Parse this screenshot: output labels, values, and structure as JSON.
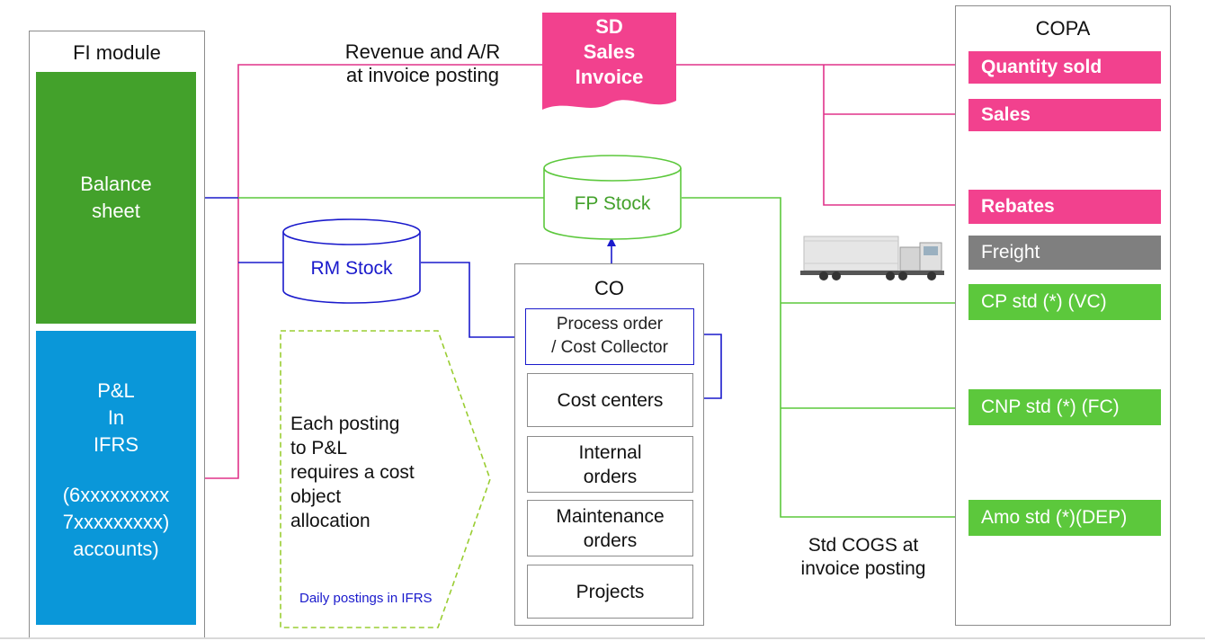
{
  "fi": {
    "title": "FI module",
    "balance_sheet": "Balance sheet",
    "pl_line1": "P&L",
    "pl_line2": "In",
    "pl_line3": "IFRS",
    "pl_accounts1": "(6xxxxxxxxx",
    "pl_accounts2": "7xxxxxxxxx)",
    "pl_accounts3": "accounts)"
  },
  "sd": {
    "line1": "SD",
    "line2": "Sales",
    "line3": "Invoice"
  },
  "revenue_label": {
    "line1": "Revenue and A/R",
    "line2": "at invoice posting"
  },
  "fp_stock": "FP Stock",
  "rm_stock": "RM Stock",
  "co": {
    "title": "CO",
    "process_order1": "Process order",
    "process_order2": "/ Cost Collector",
    "cost_centers": "Cost centers",
    "internal_orders1": "Internal",
    "internal_orders2": "orders",
    "maintenance_orders1": "Maintenance",
    "maintenance_orders2": "orders",
    "projects": "Projects"
  },
  "note": {
    "line1": "Each posting",
    "line2": "to P&L",
    "line3": "requires a cost",
    "line4": "object",
    "line5": "allocation",
    "daily": "Daily postings in IFRS"
  },
  "copa": {
    "title": "COPA",
    "items": [
      {
        "label": "Quantity sold"
      },
      {
        "label": "Sales"
      },
      {
        "label": "Rebates"
      },
      {
        "label": "Freight"
      },
      {
        "label": "CP std (*) (VC)"
      },
      {
        "label": "CNP std (*) (FC)"
      },
      {
        "label": "Amo std (*)(DEP)"
      }
    ]
  },
  "cogs_label": {
    "line1": "Std COGS at",
    "line2": "invoice posting"
  },
  "colors": {
    "pink": "#f2418e",
    "fi_green": "#43a12b",
    "fi_blue": "#0a97d9",
    "copa_green": "#5cc83c",
    "grey": "#7f7f7f",
    "flow_blue": "#1a1acc",
    "flow_green": "#5cc83c",
    "flow_pink": "#e0338a"
  }
}
